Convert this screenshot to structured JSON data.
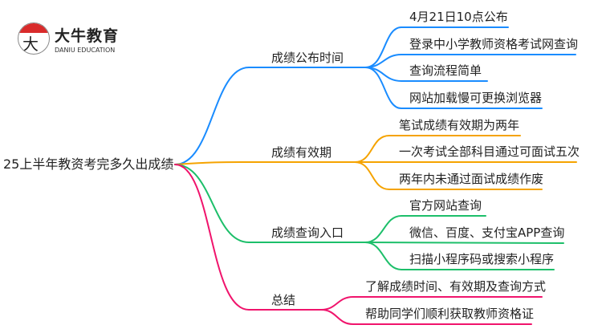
{
  "logo": {
    "mark": "大牛",
    "name_cn": "大牛教育",
    "name_en": "DANIU EDUCATION"
  },
  "root": "25上半年教资考完多久出成绩",
  "colors": {
    "blue": "#1a8cff",
    "orange": "#f5a300",
    "green": "#1dbf6a",
    "pink": "#f0146c"
  },
  "branches": [
    {
      "label": "成绩公布时间",
      "leaves": [
        "4月21日10点公布",
        "登录中小学教师资格考试网查询",
        "查询流程简单",
        "网站加载慢可更换浏览器"
      ]
    },
    {
      "label": "成绩有效期",
      "leaves": [
        "笔试成绩有效期为两年",
        "一次考试全部科目通过可面试五次",
        "两年内未通过面试成绩作废"
      ]
    },
    {
      "label": "成绩查询入口",
      "leaves": [
        "官方网站查询",
        "微信、百度、支付宝APP查询",
        "扫描小程序码或搜索小程序"
      ]
    },
    {
      "label": "总结",
      "leaves": [
        "了解成绩时间、有效期及查询方式",
        "帮助同学们顺利获取教师资格证"
      ]
    }
  ]
}
